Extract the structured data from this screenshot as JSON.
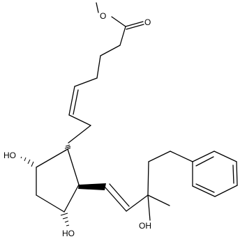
{
  "molecule": {
    "labels": {
      "ester_o_single": "O",
      "ester_o_double": "O",
      "oh_ring_left": "HO",
      "oh_ring_bottom": "HO",
      "oh_side_chain": "OH"
    }
  }
}
